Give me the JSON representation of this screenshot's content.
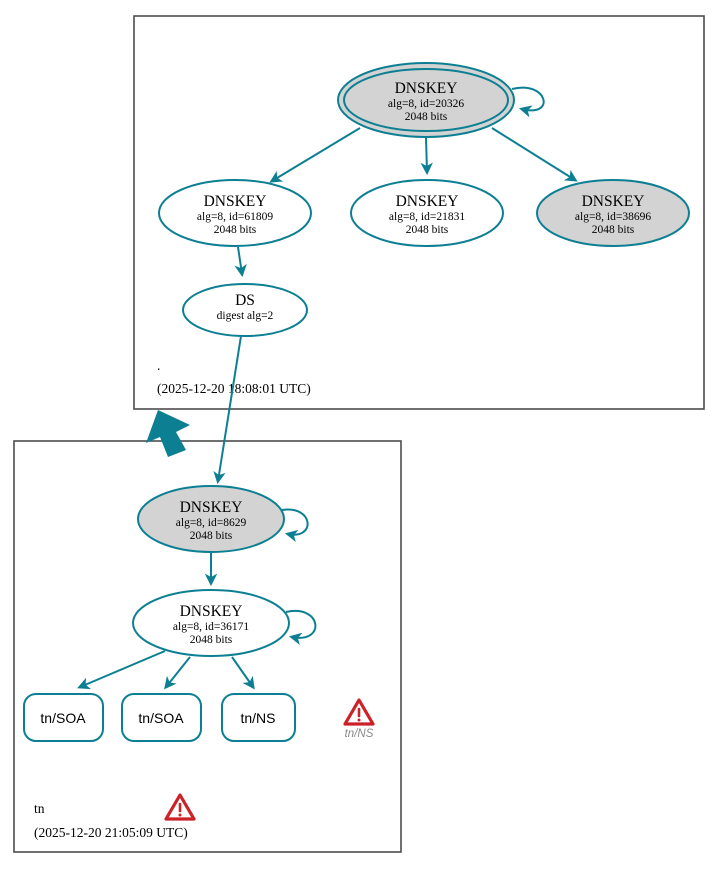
{
  "diagram": {
    "type": "dnssec-authentication-chain",
    "title": "DNSSEC authentication chain for tn",
    "colors": {
      "edge": "#0d7f93",
      "node_stroke": "#0d7f93",
      "node_fill_secure": "#d3d3d3",
      "node_fill_plain": "#ffffff",
      "zone_border": "#4d4d4d",
      "warning": "#cc2127",
      "error_label": "#8a8a8a"
    },
    "zones": [
      {
        "id": "root",
        "name": ".",
        "timestamp": "(2025-12-20 18:08:01 UTC)",
        "nodes": [
          {
            "id": "ksk-20326",
            "kind": "DNSKEY",
            "title": "DNSKEY",
            "line2": "alg=8, id=20326",
            "line3": "2048 bits",
            "fill": "gray",
            "double_outline": true,
            "self_signed": true
          },
          {
            "id": "zsk-61809",
            "kind": "DNSKEY",
            "title": "DNSKEY",
            "line2": "alg=8, id=61809",
            "line3": "2048 bits",
            "fill": "white",
            "double_outline": false,
            "self_signed": false
          },
          {
            "id": "zsk-21831",
            "kind": "DNSKEY",
            "title": "DNSKEY",
            "line2": "alg=8, id=21831",
            "line3": "2048 bits",
            "fill": "white",
            "double_outline": false,
            "self_signed": false
          },
          {
            "id": "zsk-38696",
            "kind": "DNSKEY",
            "title": "DNSKEY",
            "line2": "alg=8, id=38696",
            "line3": "2048 bits",
            "fill": "gray",
            "double_outline": false,
            "self_signed": false
          },
          {
            "id": "ds-node",
            "kind": "DS",
            "title": "DS",
            "line2": "digest alg=2",
            "line3": "",
            "fill": "white",
            "double_outline": false,
            "self_signed": false
          }
        ]
      },
      {
        "id": "tn",
        "name": "tn",
        "timestamp": "(2025-12-20 21:05:09 UTC)",
        "has_warning": true,
        "nodes": [
          {
            "id": "ksk-8629",
            "kind": "DNSKEY",
            "title": "DNSKEY",
            "line2": "alg=8, id=8629",
            "line3": "2048 bits",
            "fill": "gray",
            "double_outline": false,
            "self_signed": true
          },
          {
            "id": "zsk-36171",
            "kind": "DNSKEY",
            "title": "DNSKEY",
            "line2": "alg=8, id=36171",
            "line3": "2048 bits",
            "fill": "white",
            "double_outline": false,
            "self_signed": true
          }
        ],
        "rrsets": [
          {
            "id": "rr-soa-1",
            "label": "tn/SOA"
          },
          {
            "id": "rr-soa-2",
            "label": "tn/SOA"
          },
          {
            "id": "rr-ns",
            "label": "tn/NS"
          }
        ],
        "errors": [
          {
            "id": "err-tn-ns",
            "label": "tn/NS",
            "icon": "warning-triangle-icon"
          }
        ]
      }
    ],
    "edges": [
      {
        "from": "ksk-20326",
        "to": "ksk-20326",
        "type": "self-loop"
      },
      {
        "from": "ksk-20326",
        "to": "zsk-61809",
        "type": "signs"
      },
      {
        "from": "ksk-20326",
        "to": "zsk-21831",
        "type": "signs"
      },
      {
        "from": "ksk-20326",
        "to": "zsk-38696",
        "type": "signs"
      },
      {
        "from": "zsk-61809",
        "to": "ds-node",
        "type": "signs"
      },
      {
        "from": "ds-node",
        "to": "ksk-8629",
        "type": "delegates"
      },
      {
        "from": "ksk-8629",
        "to": "ksk-8629",
        "type": "self-loop"
      },
      {
        "from": "ksk-8629",
        "to": "zsk-36171",
        "type": "signs"
      },
      {
        "from": "zsk-36171",
        "to": "zsk-36171",
        "type": "self-loop"
      },
      {
        "from": "zsk-36171",
        "to": "rr-soa-1",
        "type": "signs"
      },
      {
        "from": "zsk-36171",
        "to": "rr-soa-2",
        "type": "signs"
      },
      {
        "from": "zsk-36171",
        "to": "rr-ns",
        "type": "signs"
      },
      {
        "from": "root",
        "to": "tn",
        "type": "zone-delegation-arrow"
      }
    ]
  }
}
